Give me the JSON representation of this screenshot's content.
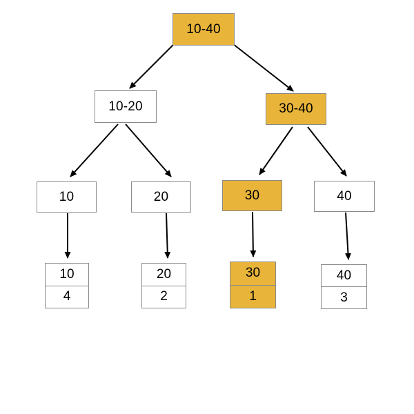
{
  "colors": {
    "highlight_fill": "#E8B43A",
    "plain_fill": "#FFFFFF",
    "box_border": "#8A8A8A",
    "arrow": "#000000",
    "text": "#000000"
  },
  "tree": {
    "root": {
      "label": "10-40",
      "highlighted": true
    },
    "internal": [
      {
        "label": "10-20",
        "highlighted": false
      },
      {
        "label": "30-40",
        "highlighted": true
      }
    ],
    "keys": [
      {
        "label": "10",
        "highlighted": false
      },
      {
        "label": "20",
        "highlighted": false
      },
      {
        "label": "30",
        "highlighted": true
      },
      {
        "label": "40",
        "highlighted": false
      }
    ],
    "leaves": [
      {
        "key": "10",
        "value": "4",
        "highlighted": false
      },
      {
        "key": "20",
        "value": "2",
        "highlighted": false
      },
      {
        "key": "30",
        "value": "1",
        "highlighted": true
      },
      {
        "key": "40",
        "value": "3",
        "highlighted": false
      }
    ]
  }
}
